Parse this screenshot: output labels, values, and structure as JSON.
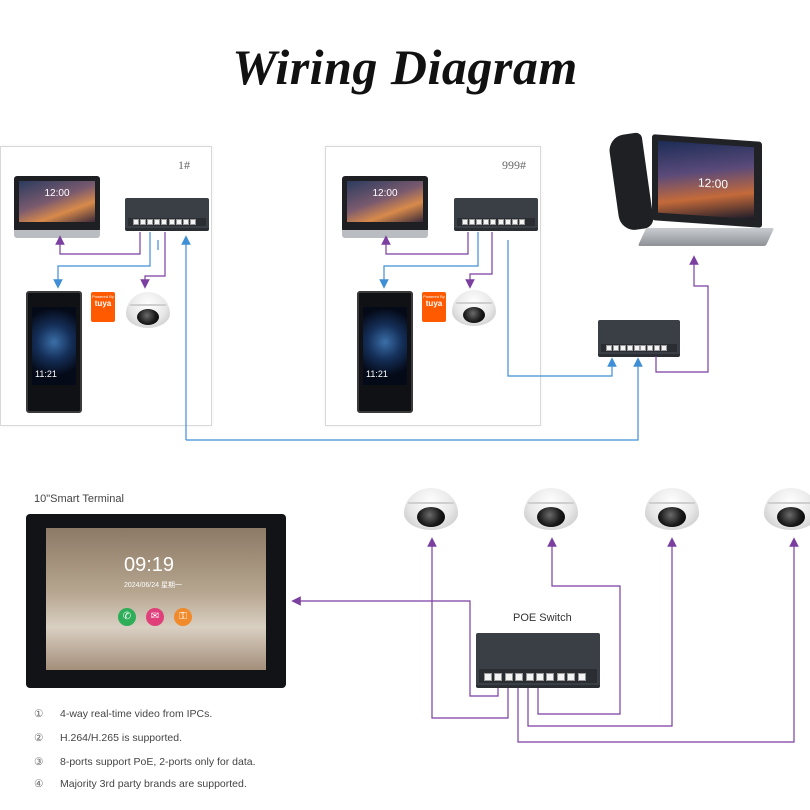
{
  "title": "Wiring Diagram",
  "panels": [
    {
      "label": "1#"
    },
    {
      "label": "999#"
    }
  ],
  "devices": {
    "indoor_monitor_clock": "12:00",
    "door_station_time": "11:21",
    "tuya_brand": "tuya",
    "tuya_powered": "Powered By",
    "guard_unit_clock": "12:00",
    "terminal_clock": "09:19",
    "terminal_date": "2024/06/24 星期一"
  },
  "terminal_label": "10\"Smart Terminal",
  "poe_switch_label": "POE Switch",
  "features": [
    {
      "num": "①",
      "text": "4-way real-time video from IPCs."
    },
    {
      "num": "②",
      "text": "H.264/H.265 is supported."
    },
    {
      "num": "③",
      "text": "8-ports support PoE, 2-ports only for data."
    },
    {
      "num": "④",
      "text": "Majority 3rd party brands are supported."
    }
  ],
  "colors": {
    "arrow_purple": "#7b3fa0",
    "arrow_blue": "#3f8fd6"
  }
}
